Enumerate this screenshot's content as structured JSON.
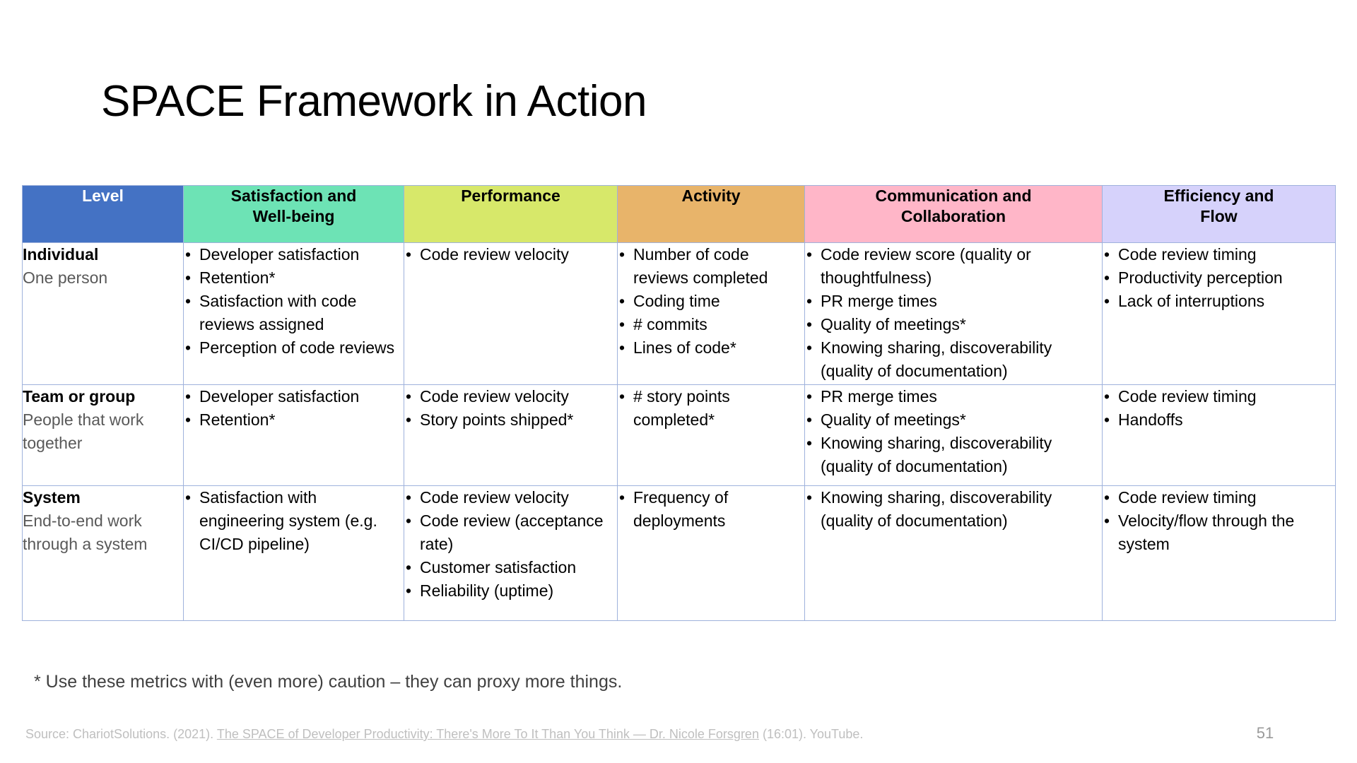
{
  "slide": {
    "title": "SPACE Framework in Action",
    "page_number": "51",
    "footnote": "* Use these metrics with (even more) caution – they can proxy more things.",
    "source": {
      "prefix": "Source: ChariotSolutions. (2021). ",
      "link": "The SPACE of Developer Productivity: There's More To It Than You Think — Dr. Nicole Forsgren",
      "suffix": " (16:01). YouTube."
    }
  },
  "table": {
    "headers": [
      {
        "label": "Level",
        "color": "#4472c4",
        "text_color": "#ffffff"
      },
      {
        "label": "Satisfaction and\nWell-being",
        "line1": "Satisfaction and",
        "line2": "Well-being",
        "color": "#6de3b5"
      },
      {
        "label": "Performance",
        "line1": "Performance",
        "line2": "",
        "color": "#d7e86a"
      },
      {
        "label": "Activity",
        "line1": "Activity",
        "line2": "",
        "color": "#e8b46a"
      },
      {
        "label": "Communication and\nCollaboration",
        "line1": "Communication and",
        "line2": "Collaboration",
        "color": "#ffb6c8"
      },
      {
        "label": "Efficiency and\nFlow",
        "line1": "Efficiency and",
        "line2": "Flow",
        "color": "#d6d2fb"
      }
    ],
    "rows": [
      {
        "level_name": "Individual",
        "level_desc": "One person",
        "satisfaction": [
          "Developer satisfaction",
          "Retention*",
          "Satisfaction with code reviews assigned",
          "Perception of code reviews"
        ],
        "performance": [
          "Code review velocity"
        ],
        "activity": [
          "Number of code reviews completed",
          "Coding time",
          "# commits",
          "Lines of code*"
        ],
        "communication": [
          "Code review score (quality or thoughtfulness)",
          "PR merge times",
          "Quality of meetings*",
          "Knowing sharing, discoverability (quality of documentation)"
        ],
        "efficiency": [
          "Code review timing",
          "Productivity perception",
          "Lack of interruptions"
        ]
      },
      {
        "level_name": "Team or group",
        "level_desc": "People that work together",
        "satisfaction": [
          "Developer satisfaction",
          "Retention*"
        ],
        "performance": [
          "Code review velocity",
          "Story points shipped*"
        ],
        "activity": [
          "# story points completed*"
        ],
        "communication": [
          "PR merge times",
          "Quality of meetings*",
          "Knowing sharing, discoverability (quality of documentation)"
        ],
        "efficiency": [
          "Code review timing",
          "Handoffs"
        ]
      },
      {
        "level_name": "System",
        "level_desc": "End-to-end work through a system",
        "satisfaction": [
          "Satisfaction with engineering system (e.g. CI/CD pipeline)"
        ],
        "performance": [
          "Code review velocity",
          "Code review (acceptance rate)",
          "Customer satisfaction",
          "Reliability (uptime)"
        ],
        "activity": [
          "Frequency of deployments"
        ],
        "communication": [
          "Knowing sharing, discoverability (quality of documentation)"
        ],
        "efficiency": [
          "Code review timing",
          "Velocity/flow through the system"
        ]
      }
    ]
  }
}
